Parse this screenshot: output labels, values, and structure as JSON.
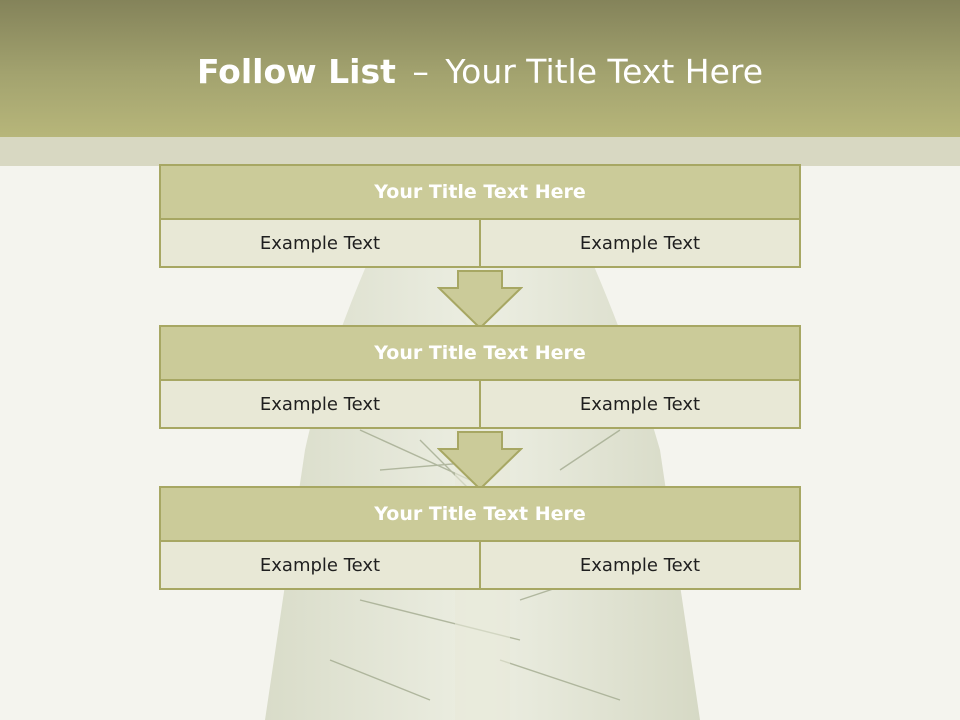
{
  "slide": {
    "title_bold": "Follow List",
    "title_dash": "–",
    "title_rest": "Your Title Text Here"
  },
  "steps": [
    {
      "title": "Your Title Text Here",
      "left": "Example Text",
      "right": "Example Text"
    },
    {
      "title": "Your Title Text Here",
      "left": "Example Text",
      "right": "Example Text"
    },
    {
      "title": "Your Title Text Here",
      "left": "Example Text",
      "right": "Example Text"
    }
  ],
  "colors": {
    "header": "#a3a36f",
    "block_title_fill": "#cbcb99",
    "cell_fill": "#e8e8d6",
    "border": "#a7a763"
  }
}
